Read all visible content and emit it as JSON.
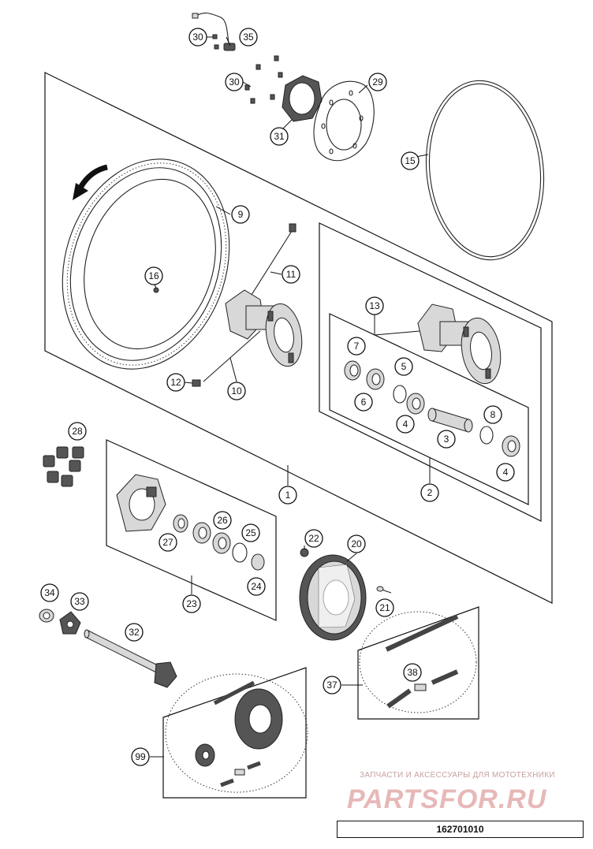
{
  "callouts": {
    "c30a": "30",
    "c35": "35",
    "c30b": "30",
    "c29": "29",
    "c31": "31",
    "c15": "15",
    "c9": "9",
    "c16": "16",
    "c11": "11",
    "c12": "12",
    "c10": "10",
    "c13": "13",
    "c7": "7",
    "c5": "5",
    "c6": "6",
    "c8": "8",
    "c4a": "4",
    "c3": "3",
    "c4b": "4",
    "c2": "2",
    "c28": "28",
    "c1": "1",
    "c26": "26",
    "c25": "25",
    "c27": "27",
    "c24": "24",
    "c23": "23",
    "c22": "22",
    "c20": "20",
    "c21": "21",
    "c34": "34",
    "c33": "33",
    "c32": "32",
    "c37": "37",
    "c38": "38",
    "c99": "99"
  },
  "watermark": {
    "line": "ЗАПЧАСТИ И АКСЕССУАРЫ ДЛЯ МОТОТЕХНИКИ",
    "logo": "PARTSFOR.RU"
  },
  "drawing_number": "162701010"
}
